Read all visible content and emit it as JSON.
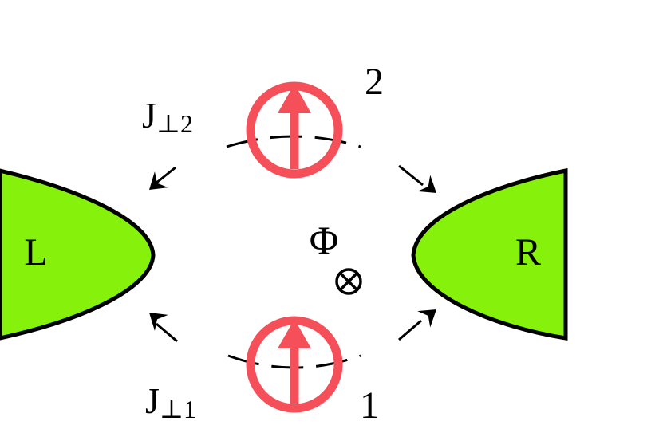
{
  "leads": {
    "left": {
      "label": "L"
    },
    "right": {
      "label": "R"
    },
    "fill_color": "#86f20c",
    "outline_color": "#000000"
  },
  "spins": {
    "color": "#f5505a",
    "icon": "spin-up-arrow",
    "top": {
      "label": "2"
    },
    "bottom": {
      "label": "1"
    }
  },
  "couplings": {
    "top": {
      "symbol": "J",
      "subscript": "⊥2"
    },
    "bottom": {
      "symbol": "J",
      "subscript": "⊥1"
    }
  },
  "flux": {
    "symbol": "Φ",
    "direction_symbol": "⊗"
  }
}
